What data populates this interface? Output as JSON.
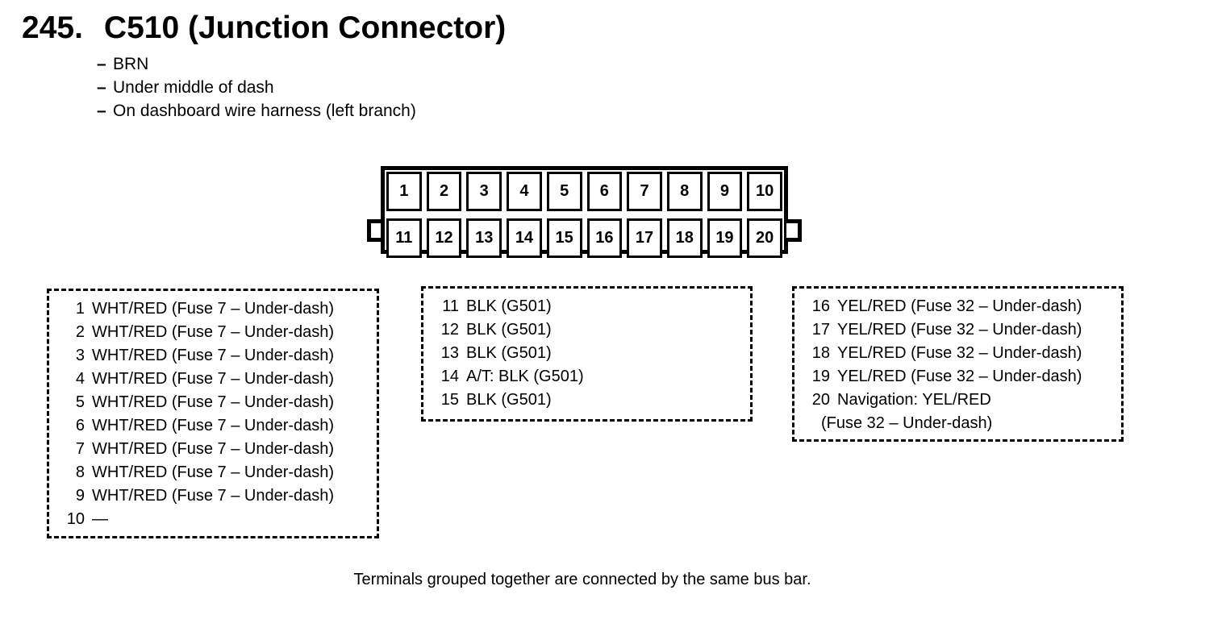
{
  "page": {
    "heading_number": "245.",
    "heading_title": "C510 (Junction Connector)",
    "bullet_char": "–",
    "details": [
      "BRN",
      "Under middle of dash",
      "On dashboard wire harness (left branch)"
    ],
    "footer_note": "Terminals grouped together are connected by the same bus bar."
  },
  "connector": {
    "name": "C510",
    "rows": [
      [
        "1",
        "2",
        "3",
        "4",
        "5",
        "6",
        "7",
        "8",
        "9",
        "10"
      ],
      [
        "11",
        "12",
        "13",
        "14",
        "15",
        "16",
        "17",
        "18",
        "19",
        "20"
      ]
    ]
  },
  "pin_groups": [
    {
      "name": "terminals-1-10",
      "pins": [
        {
          "num": "1",
          "label": "WHT/RED (Fuse 7 – Under-dash)"
        },
        {
          "num": "2",
          "label": "WHT/RED (Fuse 7 – Under-dash)"
        },
        {
          "num": "3",
          "label": "WHT/RED (Fuse 7 – Under-dash)"
        },
        {
          "num": "4",
          "label": "WHT/RED (Fuse 7 – Under-dash)"
        },
        {
          "num": "5",
          "label": "WHT/RED (Fuse 7 – Under-dash)"
        },
        {
          "num": "6",
          "label": "WHT/RED (Fuse 7 – Under-dash)"
        },
        {
          "num": "7",
          "label": "WHT/RED (Fuse 7 – Under-dash)"
        },
        {
          "num": "8",
          "label": "WHT/RED (Fuse 7 – Under-dash)"
        },
        {
          "num": "9",
          "label": "WHT/RED (Fuse 7 – Under-dash)"
        },
        {
          "num": "10",
          "label": "—"
        }
      ]
    },
    {
      "name": "terminals-11-15",
      "pins": [
        {
          "num": "11",
          "label": "BLK (G501)"
        },
        {
          "num": "12",
          "label": "BLK (G501)"
        },
        {
          "num": "13",
          "label": "BLK (G501)"
        },
        {
          "num": "14",
          "label": "A/T: BLK (G501)"
        },
        {
          "num": "15",
          "label": "BLK (G501)"
        }
      ]
    },
    {
      "name": "terminals-16-20",
      "pins": [
        {
          "num": "16",
          "label": "YEL/RED (Fuse 32 – Under-dash)"
        },
        {
          "num": "17",
          "label": "YEL/RED (Fuse 32 – Under-dash)"
        },
        {
          "num": "18",
          "label": "YEL/RED (Fuse 32 – Under-dash)"
        },
        {
          "num": "19",
          "label": "YEL/RED (Fuse 32 – Under-dash)"
        },
        {
          "num": "20",
          "label": "Navigation: YEL/RED",
          "label2": "(Fuse 32 – Under-dash)"
        }
      ]
    }
  ],
  "colors": {
    "ink": "#000000",
    "paper": "#ffffff"
  }
}
